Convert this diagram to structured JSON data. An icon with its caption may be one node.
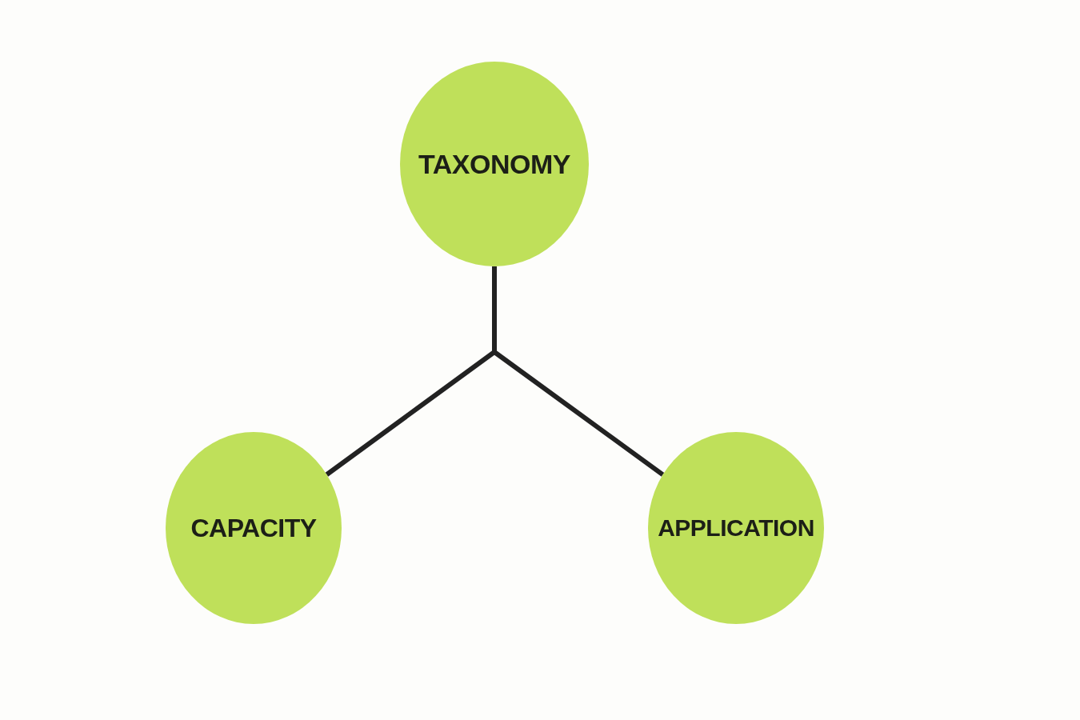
{
  "diagram": {
    "nodes": [
      {
        "text": [
          "TAXONOMY"
        ]
      },
      {
        "text": [
          "CAPACITY"
        ]
      },
      {
        "text": [
          "APPLICATION"
        ]
      }
    ],
    "edges": [
      {
        "from": 0,
        "to": 1,
        "arrow": "none"
      },
      {
        "from": 0,
        "to": 2,
        "arrow": "none"
      }
    ]
  }
}
